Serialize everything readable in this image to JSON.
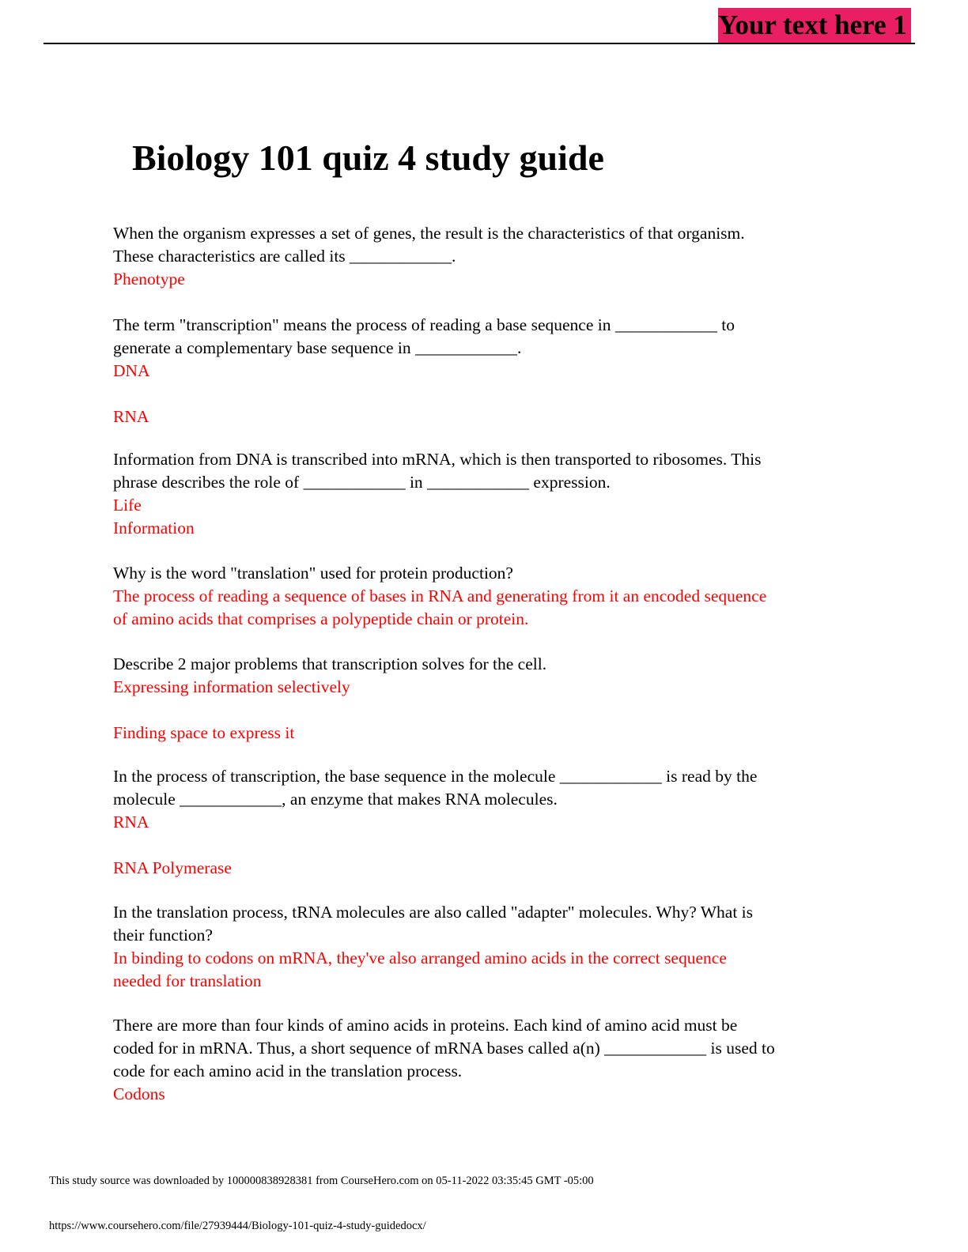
{
  "header": {
    "stamp": "Your text here 1"
  },
  "title": "Biology 101 quiz 4 study guide",
  "questions": [
    {
      "prompt": [
        "When the organism expresses a set of genes, the result is the characteristics of that organism.",
        "These characteristics are called its ____________."
      ],
      "answers": [
        "Phenotype"
      ]
    },
    {
      "prompt": [
        "The term \"transcription\" means the process of reading a base sequence in ____________ to",
        "generate a complementary base sequence in ____________."
      ],
      "answers": [
        "DNA",
        "",
        "RNA"
      ]
    },
    {
      "prompt": [
        "Information from DNA is transcribed into mRNA, which is then transported to ribosomes. This",
        "phrase describes the role of ____________ in ____________ expression."
      ],
      "answers": [
        "Life",
        "Information"
      ]
    },
    {
      "prompt": [
        "Why is the word \"translation\" used for protein production?"
      ],
      "answers": [
        "The process of reading a sequence of bases in RNA and generating from it an encoded sequence",
        "of amino acids that comprises a polypeptide chain or protein."
      ]
    },
    {
      "prompt": [
        "Describe 2 major problems that transcription solves for the cell."
      ],
      "answers": [
        "Expressing information selectively",
        "",
        "Finding space to express it"
      ]
    },
    {
      "prompt": [
        "In the process of transcription, the base sequence in the molecule ____________ is read by the",
        "molecule ____________, an enzyme that makes RNA molecules."
      ],
      "answers": [
        "RNA",
        "",
        "RNA Polymerase"
      ]
    },
    {
      "prompt": [
        "In the translation process, tRNA molecules are also called \"adapter\" molecules. Why? What is",
        "their function?"
      ],
      "answers": [
        "In binding to codons on mRNA, they've also arranged amino acids in the correct sequence",
        "needed for translation"
      ]
    },
    {
      "prompt": [
        "There are more than four kinds of amino acids in proteins. Each kind of amino acid must be",
        "coded for in mRNA. Thus, a short sequence of mRNA bases called a(n) ____________ is used to",
        "code for each amino acid in the translation process."
      ],
      "answers": [
        "Codons"
      ]
    }
  ],
  "footer": {
    "download_note": "This study source was downloaded by 100000838928381 from CourseHero.com on 05-11-2022 03:35:45 GMT -05:00",
    "url": "https://www.coursehero.com/file/27939444/Biology-101-quiz-4-study-guidedocx/"
  }
}
